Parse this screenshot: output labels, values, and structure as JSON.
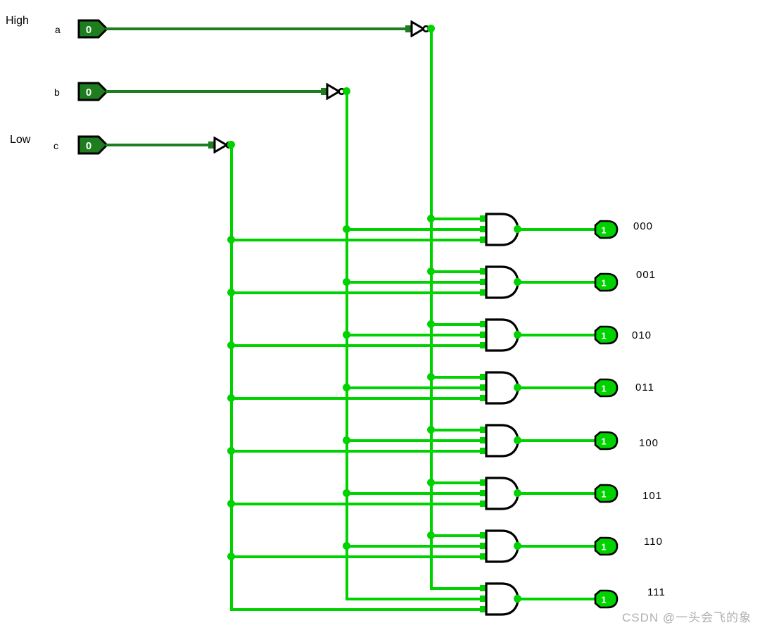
{
  "circuit": {
    "annotations": {
      "high_label": "High",
      "low_label": "Low"
    },
    "inputs": [
      {
        "label": "a",
        "value": "0"
      },
      {
        "label": "b",
        "value": "0"
      },
      {
        "label": "c",
        "value": "0"
      }
    ],
    "outputs": [
      {
        "label": "000",
        "value": "1"
      },
      {
        "label": "001",
        "value": "1"
      },
      {
        "label": "010",
        "value": "1"
      },
      {
        "label": "011",
        "value": "1"
      },
      {
        "label": "100",
        "value": "1"
      },
      {
        "label": "101",
        "value": "1"
      },
      {
        "label": "110",
        "value": "1"
      },
      {
        "label": "111",
        "value": "1"
      }
    ],
    "gates": {
      "inverter_count": 3,
      "and_gate_count": 8,
      "and_inputs_per_gate": 3
    },
    "colors": {
      "wire_high": "#00d200",
      "wire_low": "#1e7d1e",
      "gate_fill": "#ffffff",
      "outline": "#000000",
      "label_text": "#000000",
      "pin_value_text": "#ffffff",
      "watermark_text": "#b0b0b0"
    },
    "watermark": "CSDN @一头会飞的象"
  }
}
